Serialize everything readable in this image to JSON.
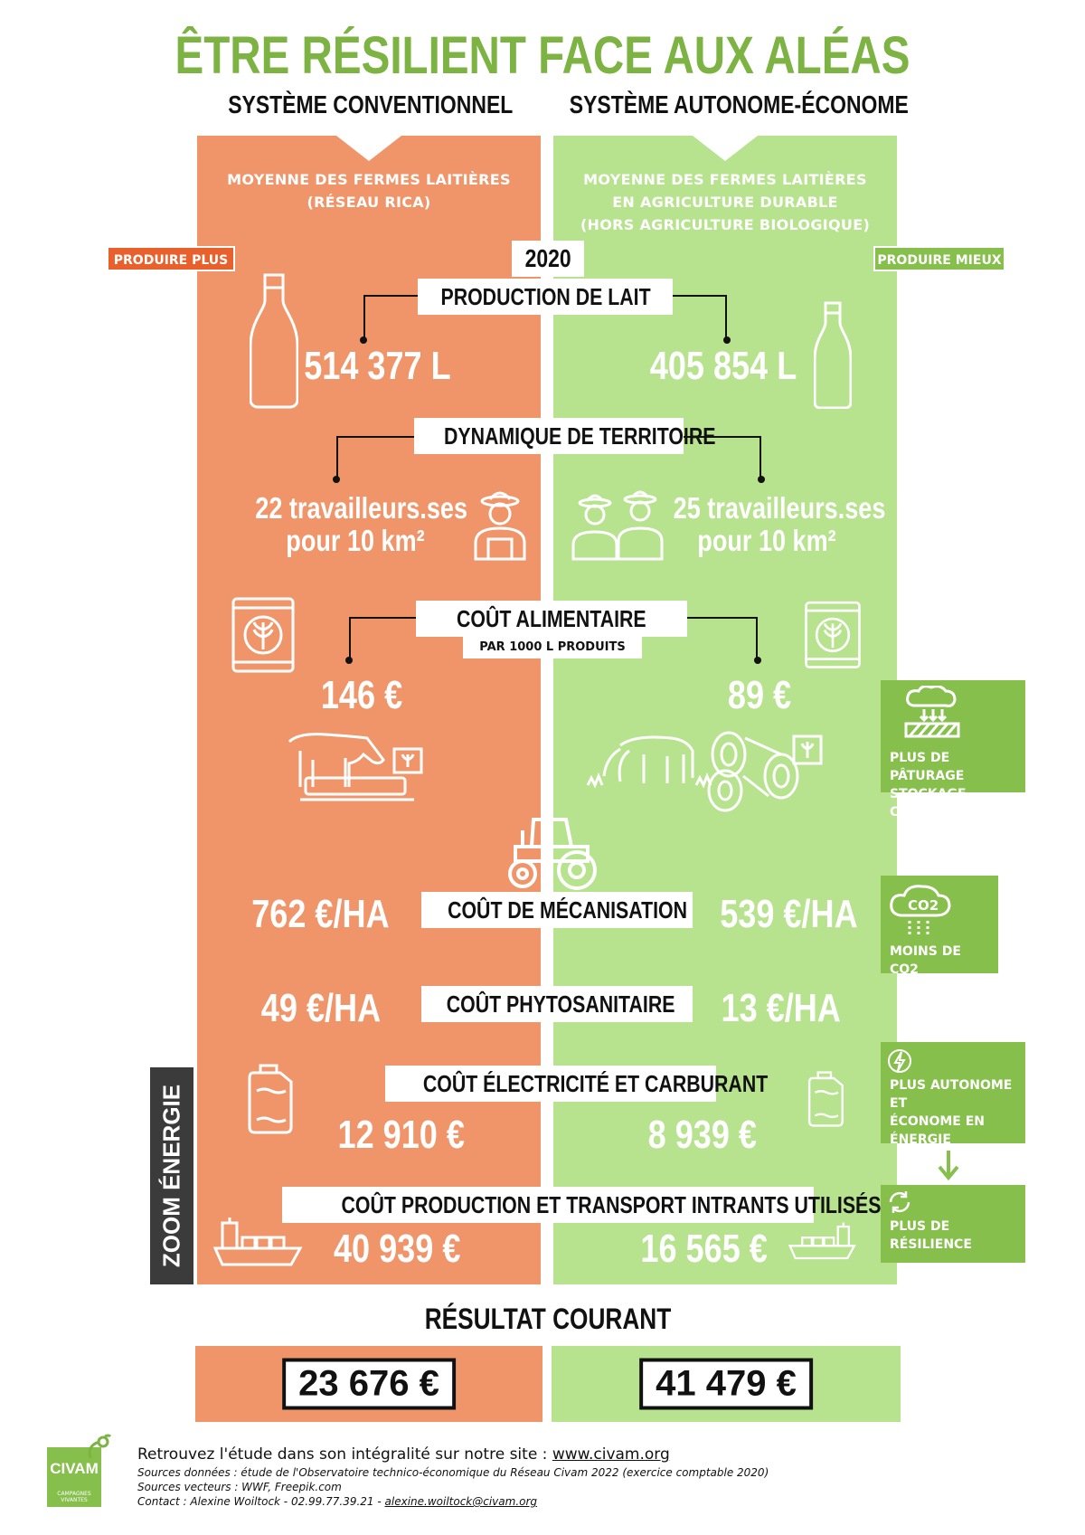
{
  "title": "ÊTRE RÉSILIENT FACE AUX ALÉAS",
  "left": {
    "heading": "SYSTÈME CONVENTIONNEL",
    "desc_line1": "MOYENNE DES FERMES LAITIÈRES",
    "desc_line2": "(RÉSEAU RICA)",
    "tag": "PRODUIRE PLUS",
    "milk": "514 377 L",
    "workers_line1": "22 travailleurs.ses",
    "workers_line2": "pour 10 km²",
    "feed": "146 €",
    "mecanisation": "762 €/HA",
    "phyto": "49 €/HA",
    "energy": "12 910 €",
    "inputs": "40 939 €",
    "result": "23 676 €"
  },
  "right": {
    "heading": "SYSTÈME AUTONOME-ÉCONOME",
    "desc_line1": "MOYENNE DES FERMES LAITIÈRES",
    "desc_line2": "EN AGRICULTURE DURABLE",
    "desc_line3": "(HORS AGRICULTURE BIOLOGIQUE)",
    "tag": "PRODUIRE MIEUX",
    "milk": "405 854 L",
    "workers_line1": "25 travailleurs.ses",
    "workers_line2": "pour 10 km²",
    "feed": "89 €",
    "mecanisation": "539 €/HA",
    "phyto": "13 €/HA",
    "energy": "8 939 €",
    "inputs": "16 565 €",
    "result": "41 479 €"
  },
  "year": "2020",
  "labels": {
    "milk": "PRODUCTION DE LAIT",
    "territory": "DYNAMIQUE DE TERRITOIRE",
    "feed": "COÛT ALIMENTAIRE",
    "feed_sub": "PAR 1000 L PRODUITS",
    "mecanisation": "COÛT DE MÉCANISATION",
    "phyto": "COÛT PHYTOSANITAIRE",
    "energy": "COÛT ÉLECTRICITÉ ET CARBURANT",
    "inputs": "COÛT PRODUCTION ET TRANSPORT INTRANTS UTILISÉS",
    "zoom": "ZOOM ÉNERGIE",
    "result": "RÉSULTAT COURANT"
  },
  "side_boxes": {
    "pasture_line1": "PLUS DE PÂTURAGE",
    "pasture_line2": "STOCKAGE CARBONE",
    "co2": "MOINS DE CO2",
    "co2_icon_text": "CO2",
    "energy_line1": "PLUS AUTONOME ET",
    "energy_line2": "ÉCONOME EN",
    "energy_line3": "ÉNERGIE",
    "resilience_line1": "PLUS DE",
    "resilience_line2": "RÉSILIENCE"
  },
  "footer": {
    "main": "Retrouvez l'étude dans son intégralité sur notre site : ",
    "url": "www.civam.org",
    "sources_data": "Sources données : étude de l'Observatoire technico-économique du Réseau Civam 2022 (exercice comptable 2020)",
    "sources_vectors": "Sources vecteurs : WWF, Freepik.com",
    "contact": "Contact : Alexine Woiltock - 02.99.77.39.21 - ",
    "email": "alexine.woiltock@civam.org",
    "logo_text": "CIVAM",
    "logo_sub": "CAMPAGNES VIVANTES"
  },
  "colors": {
    "orange": "#f0956a",
    "green_light": "#b7e28e",
    "green_dark": "#86bf4c",
    "title_green": "#7cb342",
    "tag_orange": "#e8602c"
  }
}
